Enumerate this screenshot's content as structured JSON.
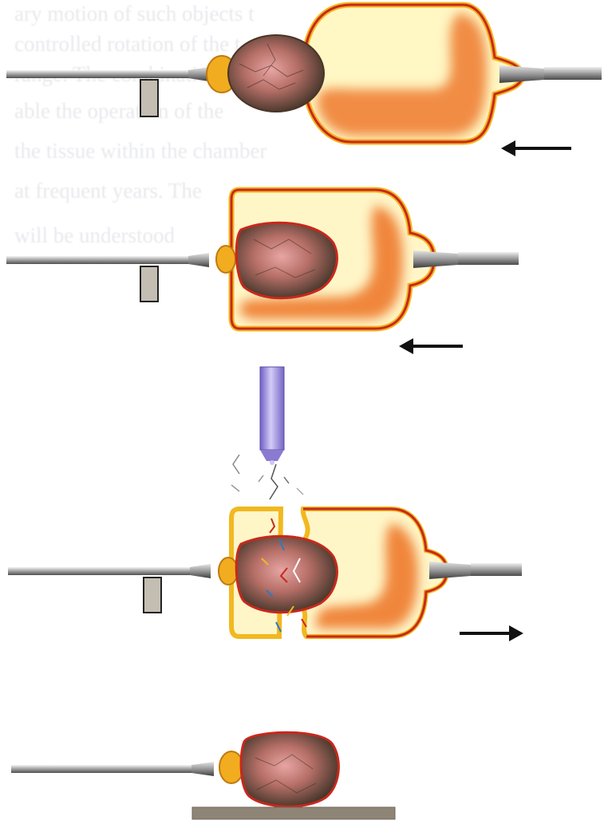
{
  "background_text": [
    "ary motion of such objects t",
    "controlled rotation of the t",
    "range. The combination",
    "able the operation of the",
    "the tissue within the chamber",
    "at frequent years. The",
    "will be understood"
  ],
  "colors": {
    "hood_outline": "#c8281c",
    "hood_inner_yellow": "#f5c02a",
    "hood_fill_orange": "#ee7a2e",
    "tissue": "#b77068",
    "wire": "#9a9a9a",
    "laser_probe": "#8a7bd0",
    "arrow": "#111111",
    "stand": "#8f8576"
  },
  "panels": [
    {
      "step": 1,
      "arrow_direction": "left"
    },
    {
      "step": 2,
      "arrow_direction": "left"
    },
    {
      "step": 3,
      "arrow_direction": "right",
      "has_laser_probe": true
    },
    {
      "step": 4,
      "arrow_direction": "none",
      "has_stand": true
    }
  ]
}
